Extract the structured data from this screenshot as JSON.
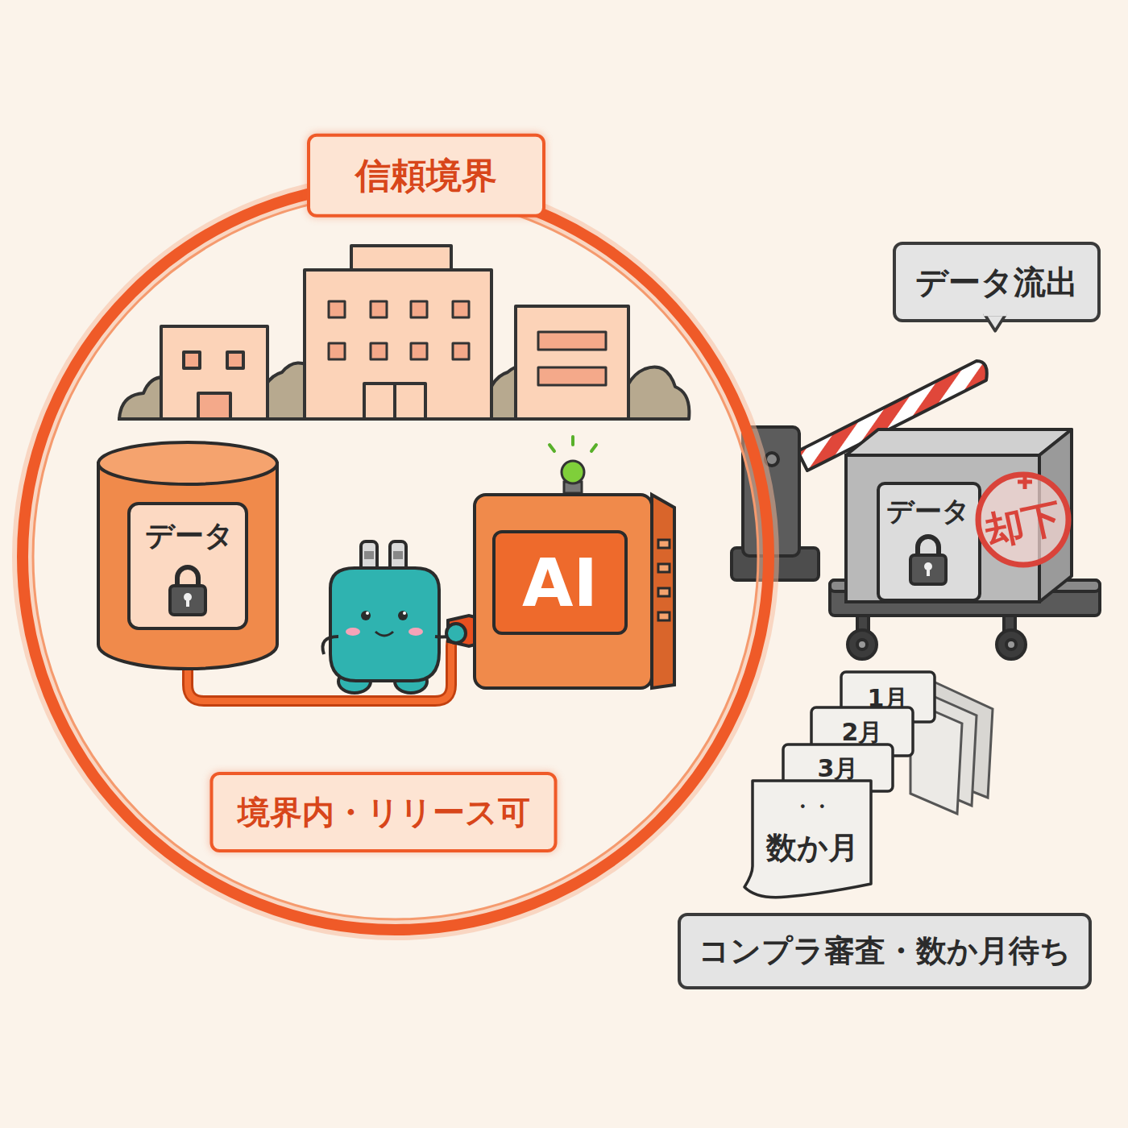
{
  "diagram": {
    "nodes": [
      {
        "text": [
          "信頼境界",
          "境界内・リリース可"
        ]
      },
      {
        "text": [
          "データ"
        ],
        "in": 0
      },
      {
        "text": [
          "AI"
        ],
        "in": 0
      },
      {
        "text": [
          "データ流出"
        ]
      },
      {
        "text": [
          "データ"
        ]
      },
      {
        "text": [
          "却下"
        ],
        "in": 4
      },
      {
        "text": [
          "1月"
        ]
      },
      {
        "text": [
          "2月"
        ]
      },
      {
        "text": [
          "3月"
        ]
      },
      {
        "text": [
          "・・",
          "数か月"
        ]
      },
      {
        "text": [
          "コンプラ審査・数か月待ち"
        ]
      }
    ],
    "edges": [
      {
        "from": 1,
        "to": 2,
        "arrow": "none"
      }
    ]
  }
}
